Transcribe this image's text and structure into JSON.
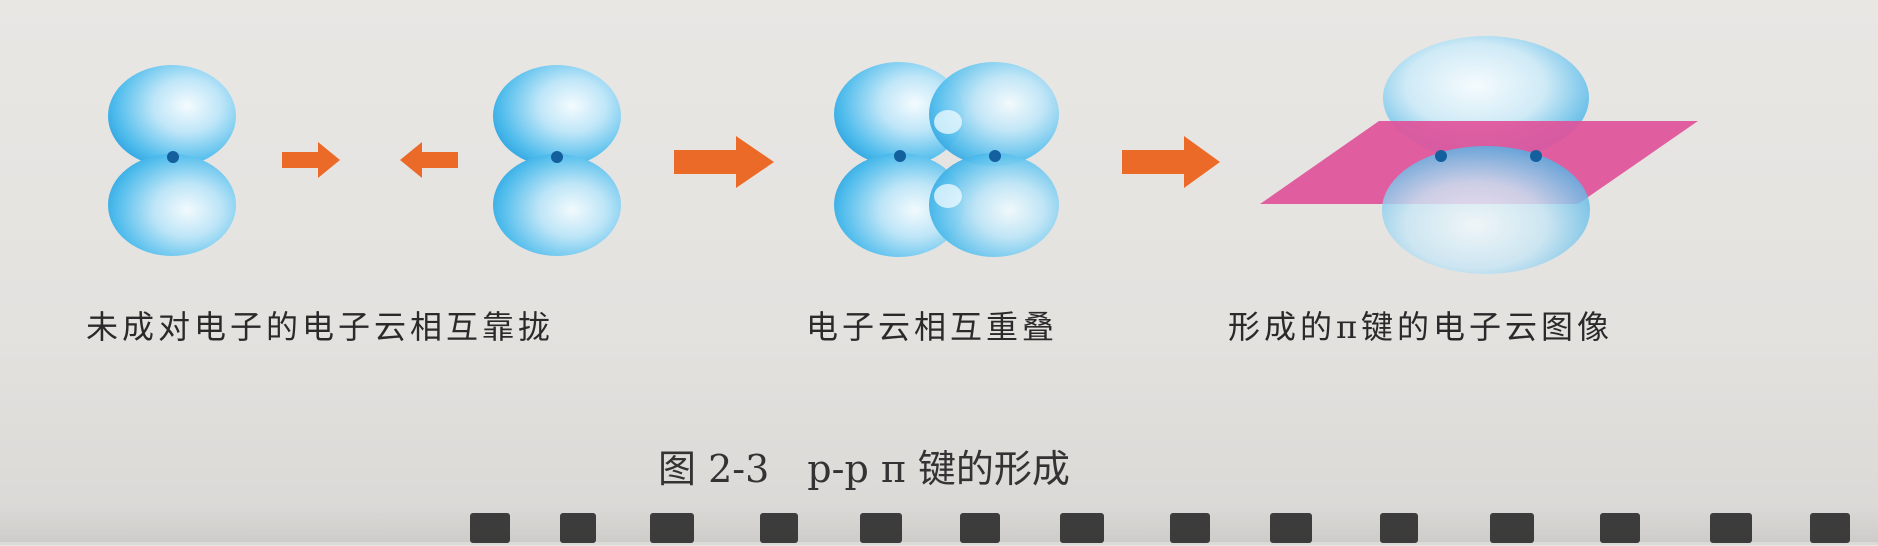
{
  "captions": {
    "stage1": "未成对电子的电子云相互靠拢",
    "stage2": "电子云相互重叠",
    "stage3": "形成的π键的电子云图像"
  },
  "figure": {
    "title": "图 2-3　p-p π 键的形成"
  },
  "colors": {
    "orbital_light": "#eaf6fc",
    "orbital_mid": "#5cc3ef",
    "orbital_dark": "#1b8fd6",
    "nucleus": "#14609f",
    "arrow": "#ec6a28",
    "plane": "#e0539a"
  }
}
